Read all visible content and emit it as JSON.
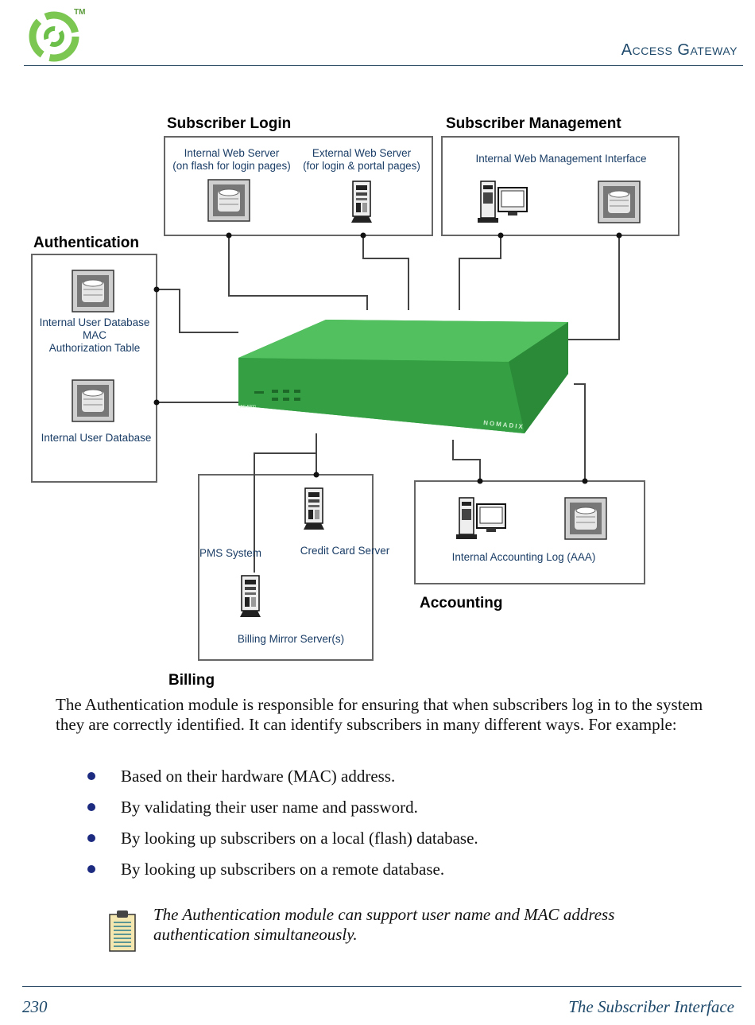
{
  "header": {
    "title": "Access Gateway",
    "logo_mark": "TM"
  },
  "diagram": {
    "groups": {
      "subscriber_login": "Subscriber Login",
      "subscriber_management": "Subscriber Management",
      "authentication": "Authentication",
      "billing": "Billing",
      "accounting": "Accounting"
    },
    "labels": {
      "internal_web_server": "Internal Web Server",
      "internal_web_server_sub": "(on flash for login pages)",
      "external_web_server": "External Web Server",
      "external_web_server_sub": "(for login & portal pages)",
      "internal_web_mgmt": "Internal Web Management Interface",
      "internal_user_db_mac_1": "Internal User Database",
      "internal_user_db_mac_2": "MAC",
      "internal_user_db_mac_3": "Authorization Table",
      "internal_user_db": "Internal User Database",
      "pms_system": "PMS System",
      "credit_card_server": "Credit Card Server",
      "billing_mirror": "Billing Mirror Server(s)",
      "accounting_log": "Internal Accounting Log (AAA)",
      "device_brand": "NOMADIX",
      "device_model": "AG 5000"
    }
  },
  "body": {
    "paragraph": "The Authentication module is responsible for ensuring that when subscribers log in to the system they are correctly identified. It can identify subscribers in many different ways. For example:",
    "bullets": [
      "Based on their hardware (MAC) address.",
      "By validating their user name and password.",
      "By looking up subscribers on a local (flash) database.",
      "By looking up subscribers on a remote database."
    ],
    "note": "The Authentication module can support user name and MAC address authentication simultaneously."
  },
  "footer": {
    "page_number": "230",
    "section": "The Subscriber Interface"
  },
  "colors": {
    "accent": "#1f4a6b",
    "logo_green": "#6cc04a",
    "device_green": "#3aa84a",
    "bullet": "#1c2a80"
  }
}
